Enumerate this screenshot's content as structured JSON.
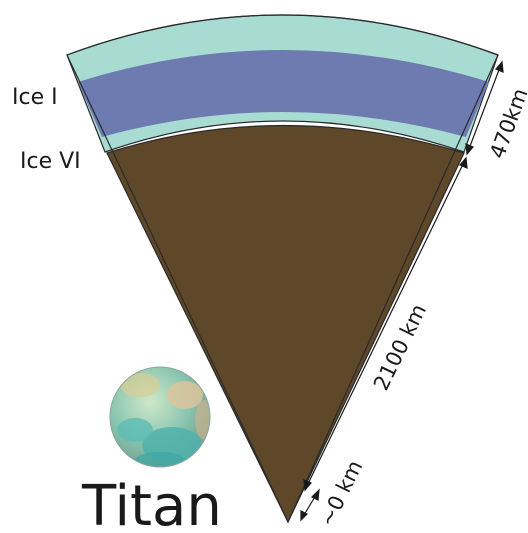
{
  "diagram": {
    "title": "Titan",
    "layer_labels": {
      "ice_i": "Ice I",
      "ice_vi": "Ice VI"
    },
    "dimensions": {
      "outer_shell": "470km",
      "interior": "2100 km",
      "core": "~0 km"
    },
    "colors": {
      "ocean_layer": "#a8dcd3",
      "ice_i_layer": "#6d7bb0",
      "rock_interior": "#5f4829",
      "outline": "#2a2a2a",
      "moon_teal": "#58b8b0",
      "moon_tan": "#d8c28a"
    }
  }
}
